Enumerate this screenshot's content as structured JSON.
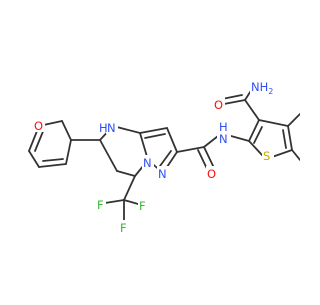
{
  "colors": {
    "bond": "#333333",
    "oxygen": "#ff0d0d",
    "nitrogen": "#3050f8",
    "sulfur": "#c8a800",
    "fluorine": "#33bb33"
  },
  "atoms": {
    "furan_o": "O",
    "ring_nh": "N",
    "ring_nh_h": "H",
    "pyrazole_n1": "N",
    "pyrazole_n2": "N",
    "amide_c_o": "O",
    "amide_n": "N",
    "amide_n_h": "H",
    "thiophene_s": "S",
    "carbamoyl_o": "O",
    "carbamoyl_nh2": "NH",
    "carbamoyl_nh2_sub": "2",
    "cf3_f_left": "F",
    "cf3_f_right": "F",
    "cf3_f_bottom": "F"
  }
}
